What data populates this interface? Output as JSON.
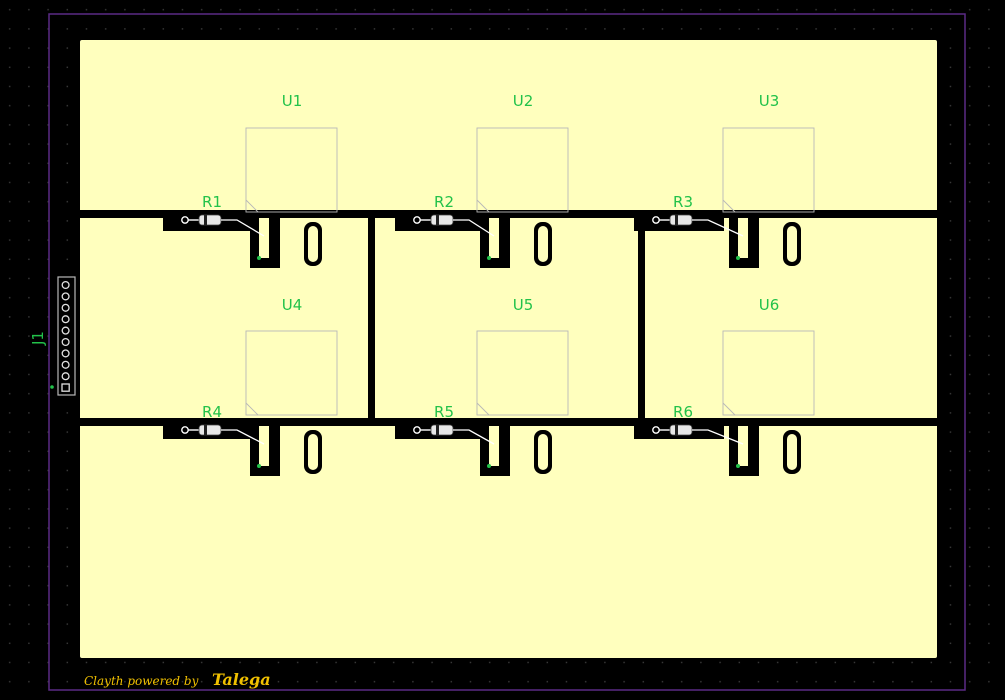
{
  "colors": {
    "background": "#000000",
    "grid_dot": "#3c3c3c",
    "board_outline": "#5b2a86",
    "copper_fill": "#ffffbe",
    "silkscreen": "#b8b8b8",
    "label": "#22c24a",
    "watermark": "#f0c000"
  },
  "connector": {
    "ref": "J1",
    "pin_count": 10
  },
  "components": [
    {
      "ref": "U1",
      "type": "ic"
    },
    {
      "ref": "U2",
      "type": "ic"
    },
    {
      "ref": "U3",
      "type": "ic"
    },
    {
      "ref": "U4",
      "type": "ic"
    },
    {
      "ref": "U5",
      "type": "ic"
    },
    {
      "ref": "U6",
      "type": "ic"
    },
    {
      "ref": "R1",
      "type": "resistor"
    },
    {
      "ref": "R2",
      "type": "resistor"
    },
    {
      "ref": "R3",
      "type": "resistor"
    },
    {
      "ref": "R4",
      "type": "resistor"
    },
    {
      "ref": "R5",
      "type": "resistor"
    },
    {
      "ref": "R6",
      "type": "resistor"
    }
  ],
  "watermark": {
    "script": "Clayth   powered by",
    "brand": "Talega"
  }
}
